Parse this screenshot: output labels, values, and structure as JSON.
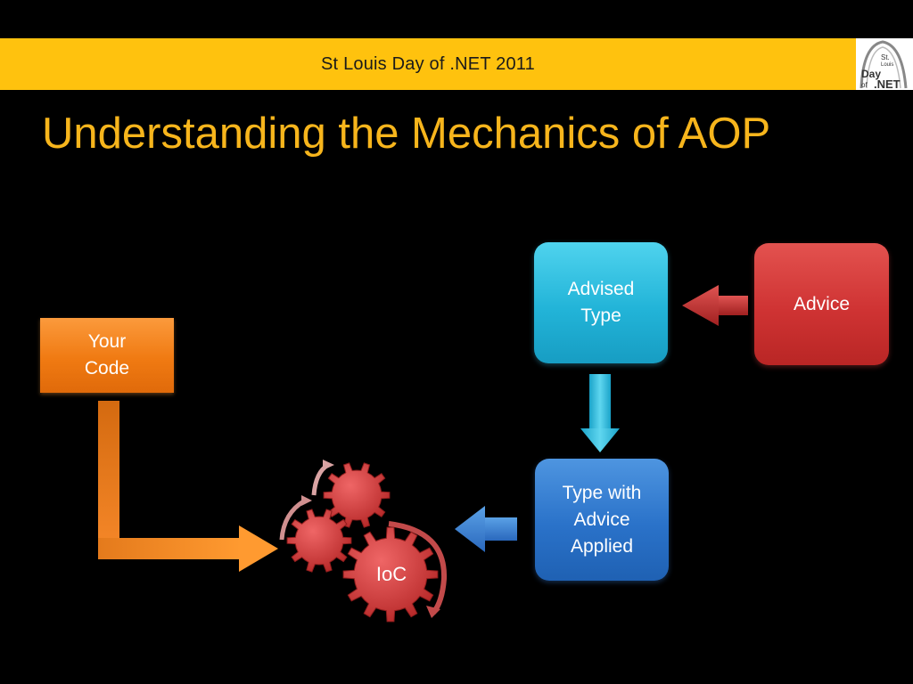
{
  "header": {
    "event_name": "St Louis Day of .NET 2011"
  },
  "logo": {
    "text_top": "St.",
    "text_mid": "Louis",
    "text_day": "Day",
    "text_of": "of",
    "text_net": ".NET"
  },
  "slide": {
    "title": "Understanding the Mechanics of AOP"
  },
  "diagram": {
    "nodes": {
      "your_code": "Your\nCode",
      "advised_type": "Advised\nType",
      "advice": "Advice",
      "type_with_advice_applied": "Type with\nAdvice\nApplied",
      "ioc": "IoC"
    },
    "colors": {
      "your_code": "#f07a12",
      "advised_type": "#22b4d8",
      "advice": "#cf3333",
      "type_with_advice_applied": "#2a72c9",
      "gears": "#d43c3c",
      "title": "#f7b51c",
      "header": "#ffc20e"
    }
  }
}
